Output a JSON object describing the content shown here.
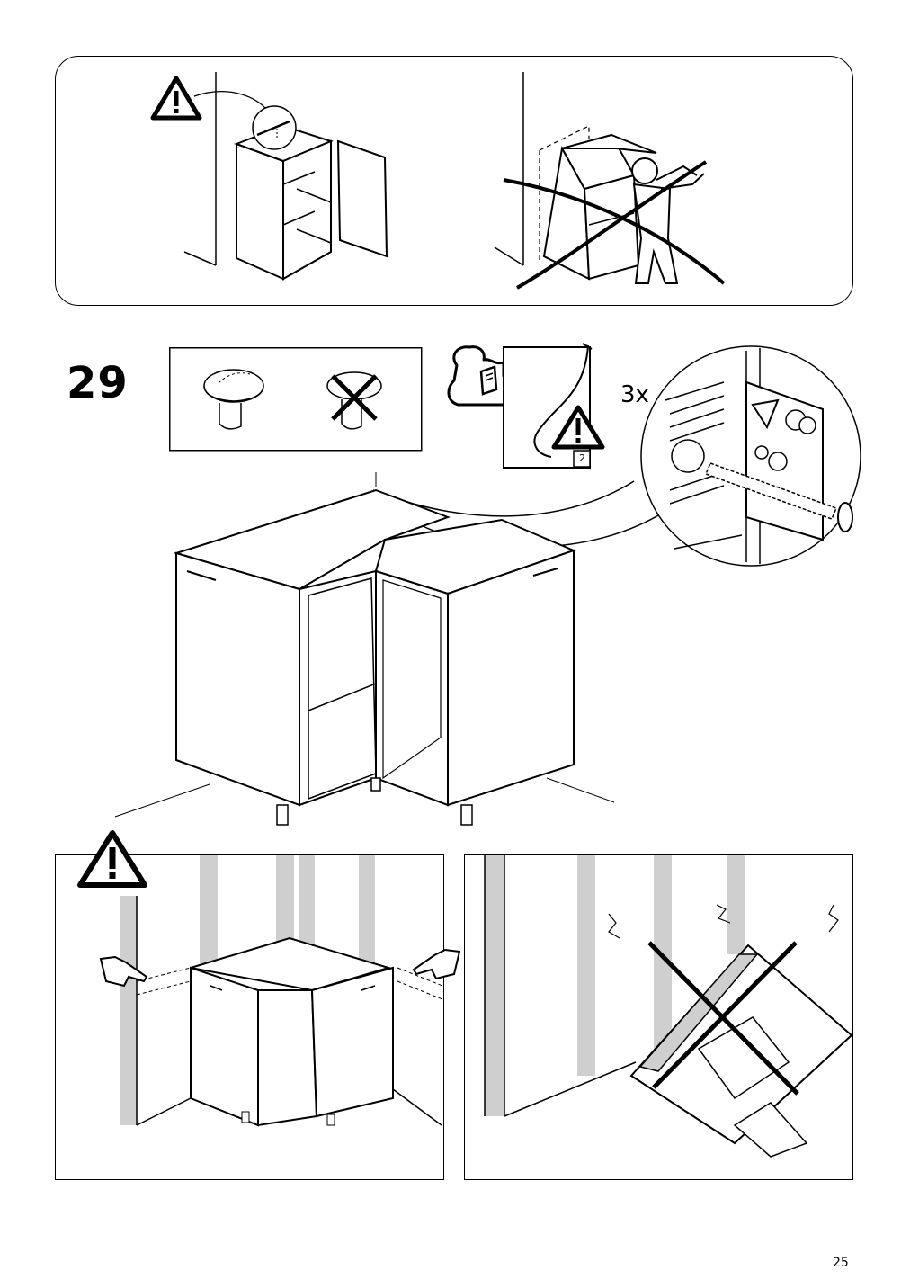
{
  "step": {
    "number": "29",
    "quantity": "3x"
  },
  "manual_ref": {
    "page_badge": "2"
  },
  "page": {
    "number": "25"
  },
  "icons": {
    "warning": "warning-triangle-icon",
    "do_not": "cross-out-icon",
    "read_manual": "person-reading-icon",
    "point": "pointing-hand-icon"
  },
  "colors": {
    "line": "#000000",
    "wall_strip": "#cfcfcf",
    "background": "#ffffff"
  }
}
